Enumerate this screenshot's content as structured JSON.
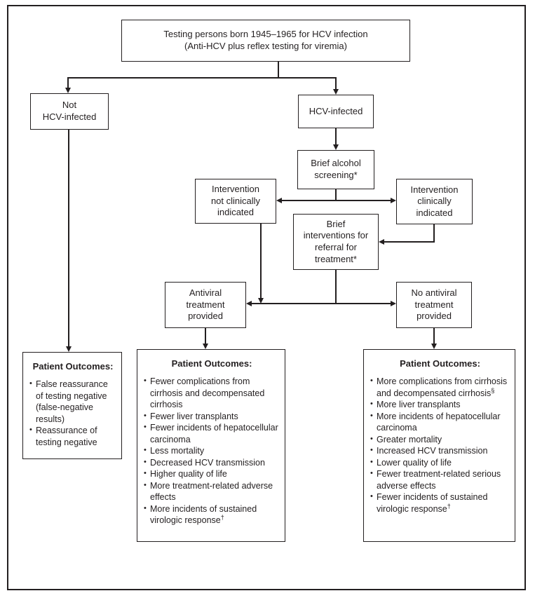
{
  "flowchart": {
    "top_box": {
      "lines": [
        "Testing persons born 1945–1965 for HCV infection",
        "(Anti-HCV plus reflex testing for viremia)"
      ]
    },
    "not_hcv_infected": {
      "lines": [
        "Not",
        "HCV-infected"
      ]
    },
    "hcv_infected": {
      "lines": [
        "HCV-infected"
      ]
    },
    "brief_alcohol_screening": {
      "lines": [
        "Brief alcohol",
        "screening*"
      ]
    },
    "intervention_not_indicated": {
      "lines": [
        "Intervention",
        "not clinically",
        "indicated"
      ]
    },
    "intervention_indicated": {
      "lines": [
        "Intervention",
        "clinically",
        "indicated"
      ]
    },
    "brief_interventions": {
      "lines": [
        "Brief",
        "interventions for",
        "referral for",
        "treatment*"
      ]
    },
    "antiviral_treatment": {
      "lines": [
        "Antiviral",
        "treatment",
        "provided"
      ]
    },
    "no_antiviral_treatment": {
      "lines": [
        "No antiviral",
        "treatment",
        "provided"
      ]
    },
    "outcomes_not_infected": {
      "title": "Patient Outcomes:",
      "items": [
        {
          "text": "False reassurance of testing negative (false-negative results)"
        },
        {
          "text": "Reassurance of testing negative"
        }
      ]
    },
    "outcomes_treated": {
      "title": "Patient Outcomes:",
      "items": [
        {
          "text": "Fewer complications from cirrhosis and decompensated cirrhosis"
        },
        {
          "text": "Fewer liver transplants"
        },
        {
          "text": "Fewer incidents of hepatocellular carcinoma"
        },
        {
          "text": "Less mortality"
        },
        {
          "text": "Decreased HCV transmission"
        },
        {
          "text": "Higher quality of life"
        },
        {
          "text": "More treatment-related adverse effects"
        },
        {
          "text": "More incidents of sustained virologic response",
          "sup": "†"
        }
      ]
    },
    "outcomes_untreated": {
      "title": "Patient Outcomes:",
      "items": [
        {
          "text": "More complications from cirrhosis and decompensated cirrhosis",
          "sup": "§"
        },
        {
          "text": "More liver transplants"
        },
        {
          "text": "More incidents of hepatocellular carcinoma"
        },
        {
          "text": "Greater mortality"
        },
        {
          "text": "Increased HCV transmission"
        },
        {
          "text": "Lower quality of life"
        },
        {
          "text": "Fewer treatment-related serious adverse effects"
        },
        {
          "text": "Fewer incidents of sustained virologic response",
          "sup": "†"
        }
      ]
    },
    "colors": {
      "line": "#231f20",
      "background": "#ffffff"
    }
  }
}
